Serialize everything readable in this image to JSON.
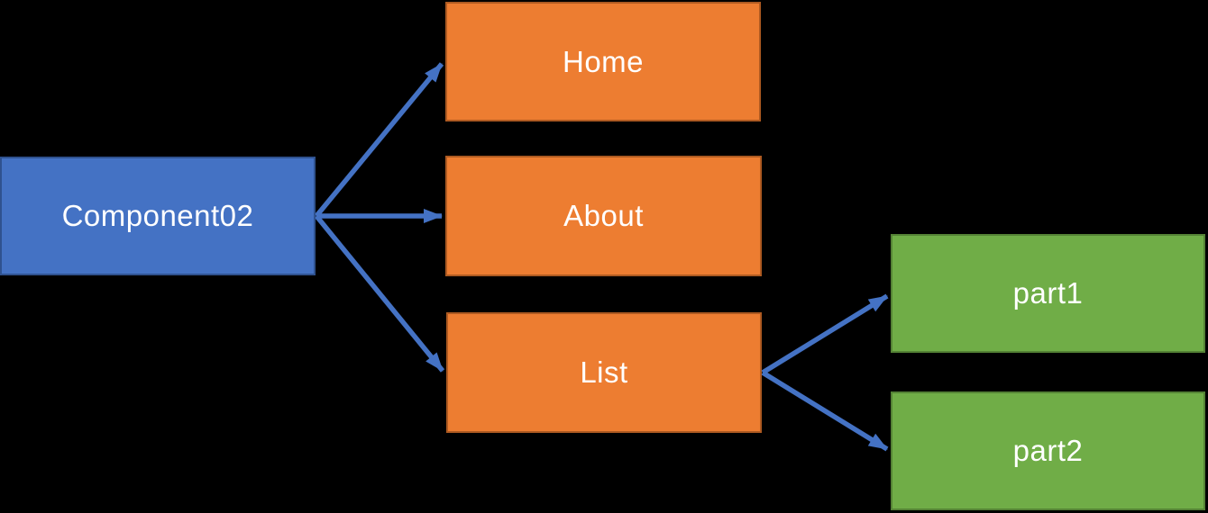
{
  "diagram": {
    "background_color": "#000000",
    "arrow_color": "#4472C4",
    "text_color": "#FFFFFF",
    "nodes": {
      "component02": {
        "label": "Component02",
        "fill": "#4472C4",
        "border": "#2F528F"
      },
      "home": {
        "label": "Home",
        "fill": "#ED7D31",
        "border": "#AE5A21"
      },
      "about": {
        "label": "About",
        "fill": "#ED7D31",
        "border": "#AE5A21"
      },
      "list": {
        "label": "List",
        "fill": "#ED7D31",
        "border": "#AE5A21"
      },
      "part1": {
        "label": "part1",
        "fill": "#70AD47",
        "border": "#548235"
      },
      "part2": {
        "label": "part2",
        "fill": "#70AD47",
        "border": "#548235"
      }
    },
    "edges": [
      {
        "from": "Component02",
        "to": "Home"
      },
      {
        "from": "Component02",
        "to": "About"
      },
      {
        "from": "Component02",
        "to": "List"
      },
      {
        "from": "List",
        "to": "part1"
      },
      {
        "from": "List",
        "to": "part2"
      }
    ]
  }
}
